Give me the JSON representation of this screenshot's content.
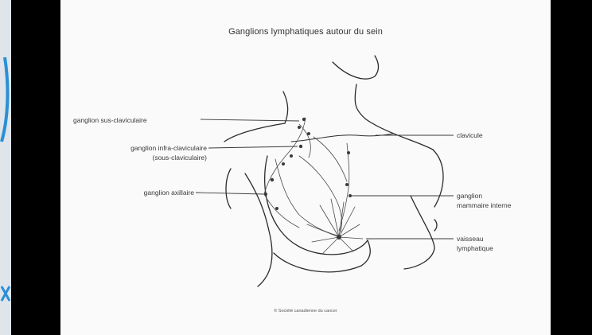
{
  "diagram": {
    "title": "Ganglions lymphatiques autour du sein",
    "labels": {
      "sus_claviculaire": "ganglion sus-claviculaire",
      "infra_claviculaire_l1": "ganglion infra-claviculaire",
      "infra_claviculaire_l2": "(sous-claviculaire)",
      "axillaire": "ganglion axillaire",
      "clavicule": "clavicule",
      "mammaire_l1": "ganglion",
      "mammaire_l2": "mammaire interne",
      "vaisseau_l1": "vaisseau",
      "vaisseau_l2": "lymphatique"
    },
    "credit": "© Société canadienne du cancer"
  },
  "colors": {
    "side_bars": "#000000",
    "slide_background": "#fafafa",
    "line_art": "#2b2b2b",
    "accent": "#2a8fd6"
  }
}
